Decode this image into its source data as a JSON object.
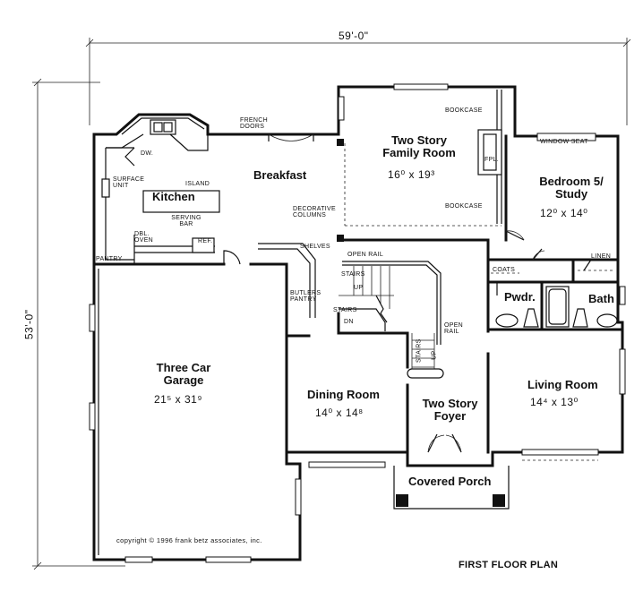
{
  "dimensions": {
    "width": "59'-0\"",
    "depth": "53'-0\""
  },
  "title": "FIRST FLOOR PLAN",
  "copyright": "copyright © 1996 frank betz associates, inc.",
  "rooms": {
    "family_room": {
      "name": "Two Story Family Room",
      "size": "16⁰ x 19³"
    },
    "breakfast": {
      "name": "Breakfast"
    },
    "kitchen": {
      "name": "Kitchen"
    },
    "bedroom": {
      "name": "Bedroom 5/ Study",
      "size": "12⁰ x 14⁰"
    },
    "garage": {
      "name": "Three Car Garage",
      "size": "21⁵ x 31⁹"
    },
    "dining": {
      "name": "Dining Room",
      "size": "14⁰ x 14⁸"
    },
    "foyer": {
      "name": "Two Story Foyer"
    },
    "living": {
      "name": "Living Room",
      "size": "14⁴ x 13⁰"
    },
    "powder": {
      "name": "Pwdr."
    },
    "bath": {
      "name": "Bath"
    },
    "porch": {
      "name": "Covered Porch"
    }
  },
  "notes": {
    "bookcase_top": "BOOKCASE",
    "bookcase_bottom": "BOOKCASE",
    "fireplace": "FPL.",
    "window_seat": "WINDOW SEAT",
    "french_doors": "FRENCH DOORS",
    "dw": "DW.",
    "surface_unit": "SURFACE UNIT",
    "island": "ISLAND",
    "serving_bar": "SERVING BAR",
    "dbl_oven": "DBL. OVEN",
    "ref": "REF.",
    "pantry": "PANTRY",
    "decorative_columns": "DECORATIVE COLUMNS",
    "shelves": "SHELVES",
    "butlers_pantry": "BUTLERS PANTRY",
    "open_rail_top": "OPEN RAIL",
    "stairs_top": "STAIRS",
    "up_top": "UP",
    "stairs_dn": "STAIRS",
    "dn": "DN",
    "open_rail_right": "OPEN RAIL",
    "stairs_foyer": "STAIRS",
    "up_foyer": "UP",
    "coats": "COATS",
    "linen": "LINEN"
  }
}
